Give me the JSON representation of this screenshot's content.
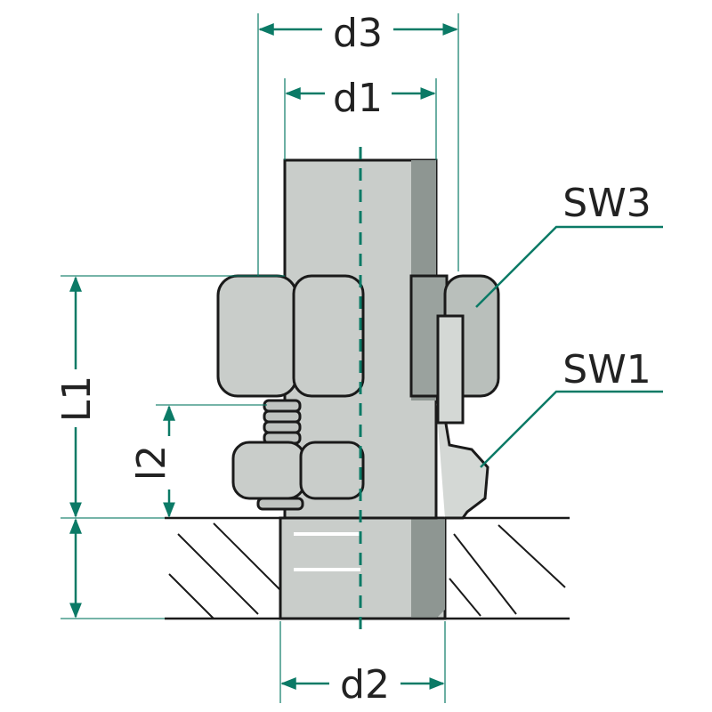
{
  "diagram": {
    "title": "Screw-in fitting with lock nut dimension drawing",
    "labels": {
      "d3": "d3",
      "d1": "d1",
      "d2": "d2",
      "sw3": "SW3",
      "sw1": "SW1",
      "l1": "L1",
      "l2": "l2"
    },
    "colors": {
      "dimension": "#0b7a66",
      "part_fill": "#c9cdca",
      "part_dark": "#8e9692",
      "outline": "#1a1a1a"
    }
  }
}
